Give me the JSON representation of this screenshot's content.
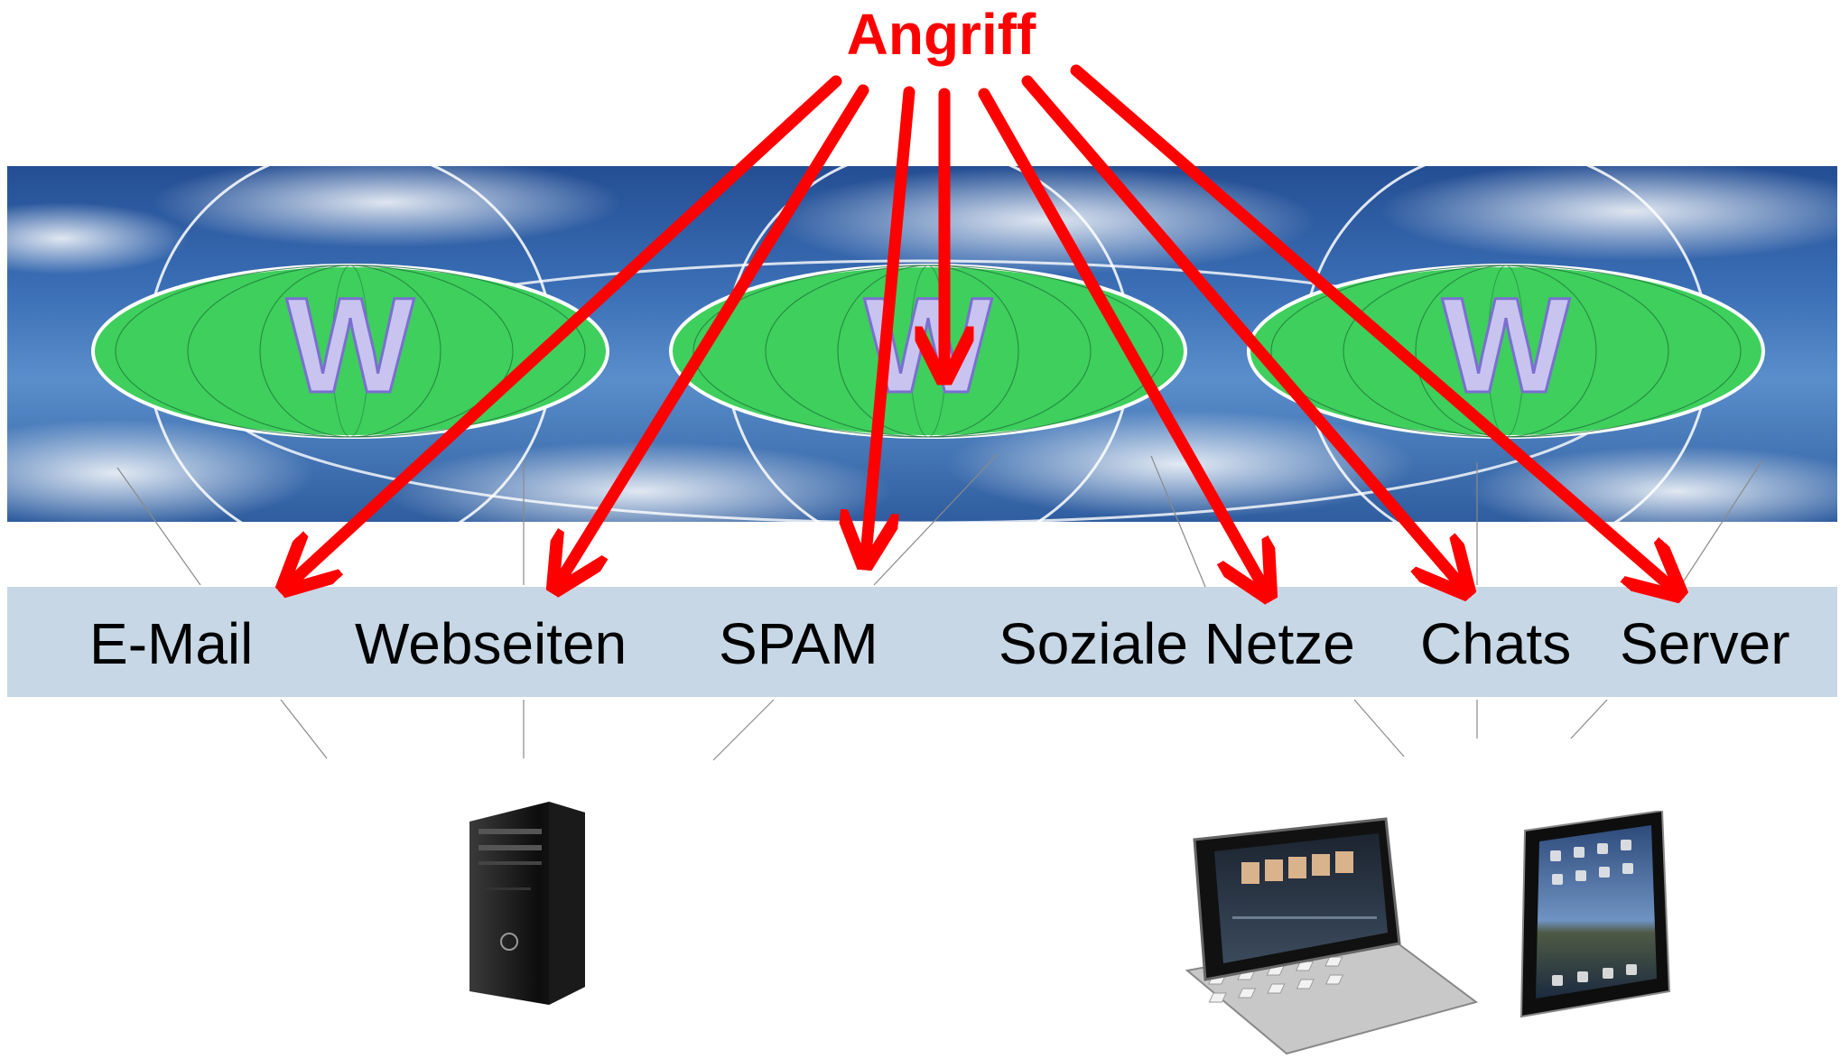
{
  "title": "Angriff",
  "categories": [
    {
      "id": "email",
      "label": "E-Mail"
    },
    {
      "id": "webseiten",
      "label": "Webseiten"
    },
    {
      "id": "spam",
      "label": "SPAM"
    },
    {
      "id": "soziale-netze",
      "label": "Soziale Netze"
    },
    {
      "id": "chats",
      "label": "Chats"
    },
    {
      "id": "server",
      "label": "Server"
    }
  ],
  "banner": {
    "letters": [
      "W",
      "W",
      "W"
    ]
  },
  "devices": [
    "desktop-computer",
    "slider-smartphone",
    "tablet"
  ],
  "colors": {
    "attack": "#ff0000",
    "band": "#c7d7e5",
    "sky": "#3b6fb6",
    "land": "#3ecf5c",
    "letter": "#c9c3f0"
  }
}
